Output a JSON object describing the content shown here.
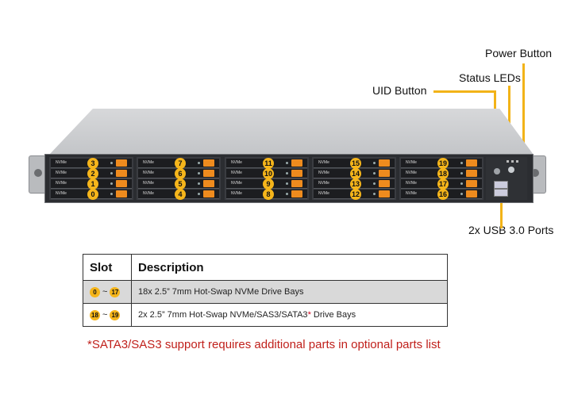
{
  "callouts": {
    "power_button": "Power Button",
    "status_leds": "Status LEDs",
    "uid_button": "UID Button",
    "usb_ports": "2x USB 3.0 Ports"
  },
  "server": {
    "bay_tag": "NVMe",
    "groups": [
      {
        "slots": [
          "3",
          "2",
          "1",
          "0"
        ]
      },
      {
        "slots": [
          "7",
          "6",
          "5",
          "4"
        ]
      },
      {
        "slots": [
          "11",
          "10",
          "9",
          "8"
        ]
      },
      {
        "slots": [
          "15",
          "14",
          "13",
          "12"
        ]
      },
      {
        "slots": [
          "19",
          "18",
          "17",
          "16"
        ]
      }
    ]
  },
  "table": {
    "headers": {
      "slot": "Slot",
      "description": "Description"
    },
    "rows": [
      {
        "slot_from": "0",
        "slot_to": "17",
        "separator": "~",
        "description": "18x 2.5” 7mm Hot-Swap NVMe Drive Bays",
        "asterisk": ""
      },
      {
        "slot_from": "18",
        "slot_to": "19",
        "separator": "~",
        "description": "2x 2.5” 7mm Hot-Swap NVMe/SAS3/SATA3",
        "asterisk": "*",
        "suffix": " Drive Bays"
      }
    ]
  },
  "footnote": "*SATA3/SAS3 support requires additional parts in optional parts list",
  "colors": {
    "accent": "#f5b51b",
    "latch": "#ee8b1e",
    "footnote": "#c0201b",
    "leader": "#f2b318"
  }
}
